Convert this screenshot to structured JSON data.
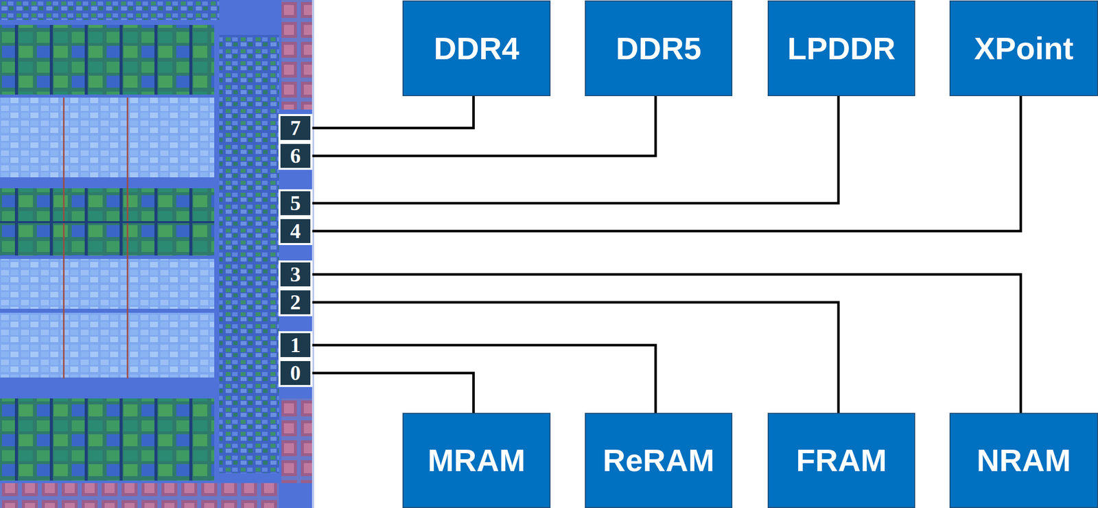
{
  "diagram": {
    "nodes": [
      {
        "text": [
          "DDR4"
        ]
      },
      {
        "text": [
          "DDR5"
        ]
      },
      {
        "text": [
          "LPDDR"
        ]
      },
      {
        "text": [
          "XPoint"
        ]
      },
      {
        "text": [
          "7"
        ]
      },
      {
        "text": [
          "6"
        ]
      },
      {
        "text": [
          "5"
        ]
      },
      {
        "text": [
          "4"
        ]
      },
      {
        "text": [
          "3"
        ]
      },
      {
        "text": [
          "2"
        ]
      },
      {
        "text": [
          "1"
        ]
      },
      {
        "text": [
          "0"
        ]
      },
      {
        "text": [
          "MRAM"
        ]
      },
      {
        "text": [
          "ReRAM"
        ]
      },
      {
        "text": [
          "FRAM"
        ]
      },
      {
        "text": [
          "NRAM"
        ]
      }
    ],
    "edges": [
      {
        "from": 4,
        "to": 0,
        "arrow": "none"
      },
      {
        "from": 5,
        "to": 1,
        "arrow": "none"
      },
      {
        "from": 6,
        "to": 2,
        "arrow": "none"
      },
      {
        "from": 7,
        "to": 3,
        "arrow": "none"
      },
      {
        "from": 8,
        "to": 15,
        "arrow": "none"
      },
      {
        "from": 9,
        "to": 14,
        "arrow": "none"
      },
      {
        "from": 10,
        "to": 13,
        "arrow": "none"
      },
      {
        "from": 11,
        "to": 12,
        "arrow": "none"
      }
    ]
  }
}
